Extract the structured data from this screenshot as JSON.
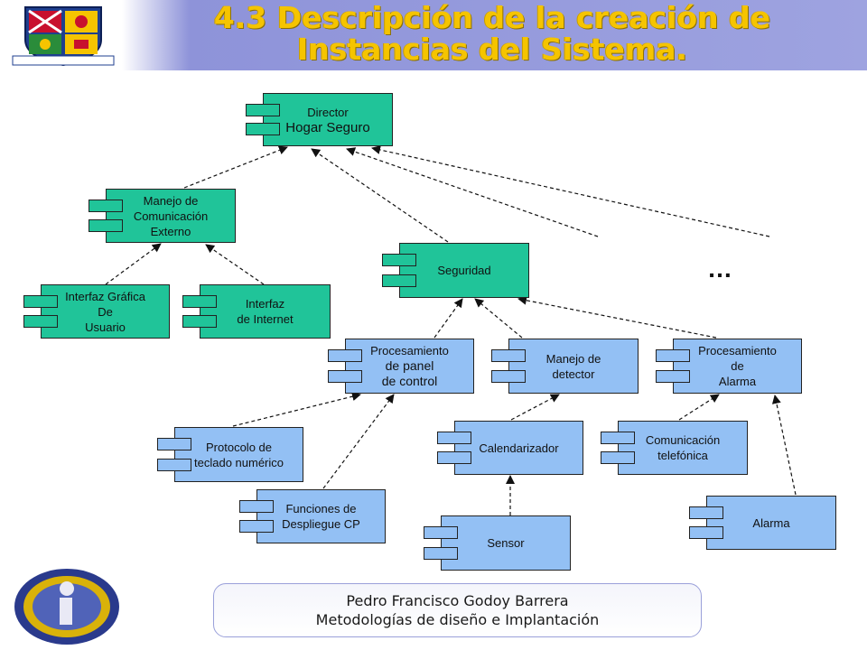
{
  "header": {
    "title_line1": "4.3 Descripción de la creación de",
    "title_line2": "Instancias del Sistema."
  },
  "colors": {
    "green": "#20c499",
    "blue": "#93c0f4",
    "title": "#f5c400",
    "header_band": "#9ea3e0"
  },
  "diagram": {
    "components": [
      {
        "id": "director",
        "name": "component-director",
        "color": "green",
        "lines": [
          "Director",
          "Hogar Seguro"
        ]
      },
      {
        "id": "manejo_com",
        "name": "component-manejo-comunicacion",
        "color": "green",
        "lines": [
          "Manejo de",
          "Comunicación",
          "Externo"
        ]
      },
      {
        "id": "interfaz_grafica",
        "name": "component-interfaz-grafica",
        "color": "green",
        "lines": [
          "Interfaz Gráfica",
          "De",
          "Usuario"
        ]
      },
      {
        "id": "interfaz_internet",
        "name": "component-interfaz-internet",
        "color": "green",
        "lines": [
          "Interfaz",
          "de Internet"
        ]
      },
      {
        "id": "seguridad",
        "name": "component-seguridad",
        "color": "green",
        "lines": [
          "Seguridad"
        ]
      },
      {
        "id": "proc_panel",
        "name": "component-procesamiento-panel",
        "color": "blue",
        "lines": [
          "Procesamiento",
          "de panel",
          "de control"
        ]
      },
      {
        "id": "manejo_detector",
        "name": "component-manejo-detector",
        "color": "blue",
        "lines": [
          "Manejo de",
          "detector"
        ]
      },
      {
        "id": "proc_alarma",
        "name": "component-procesamiento-alarma",
        "color": "blue",
        "lines": [
          "Procesamiento",
          "de",
          "Alarma"
        ]
      },
      {
        "id": "protocolo",
        "name": "component-protocolo-teclado",
        "color": "blue",
        "lines": [
          "Protocolo de",
          "teclado numérico"
        ]
      },
      {
        "id": "funciones",
        "name": "component-funciones-despliegue",
        "color": "blue",
        "lines": [
          "Funciones de",
          "Despliegue CP"
        ]
      },
      {
        "id": "calendarizador",
        "name": "component-calendarizador",
        "color": "blue",
        "lines": [
          "Calendarizador"
        ]
      },
      {
        "id": "sensor",
        "name": "component-sensor",
        "color": "blue",
        "lines": [
          "Sensor"
        ]
      },
      {
        "id": "comunicacion_tel",
        "name": "component-comunicacion-telefonica",
        "color": "blue",
        "lines": [
          "Comunicación",
          "telefónica"
        ]
      },
      {
        "id": "alarma",
        "name": "component-alarma",
        "color": "blue",
        "lines": [
          "Alarma"
        ]
      }
    ],
    "dependencies": [
      {
        "from": "manejo_com",
        "to": "director"
      },
      {
        "from": "seguridad",
        "to": "director"
      },
      {
        "from": "interfaz_grafica",
        "to": "manejo_com"
      },
      {
        "from": "interfaz_internet",
        "to": "manejo_com"
      },
      {
        "from": "proc_panel",
        "to": "seguridad"
      },
      {
        "from": "manejo_detector",
        "to": "seguridad"
      },
      {
        "from": "proc_alarma",
        "to": "seguridad"
      },
      {
        "from": "protocolo",
        "to": "proc_panel"
      },
      {
        "from": "funciones",
        "to": "proc_panel"
      },
      {
        "from": "calendarizador",
        "to": "manejo_detector"
      },
      {
        "from": "sensor",
        "to": "calendarizador"
      },
      {
        "from": "comunicacion_tel",
        "to": "proc_alarma"
      },
      {
        "from": "alarma",
        "to": "proc_alarma"
      }
    ],
    "ellipsis": "…"
  },
  "footer": {
    "line1": "Pedro Francisco Godoy Barrera",
    "line2": "Metodologías de diseño e Implantación"
  }
}
